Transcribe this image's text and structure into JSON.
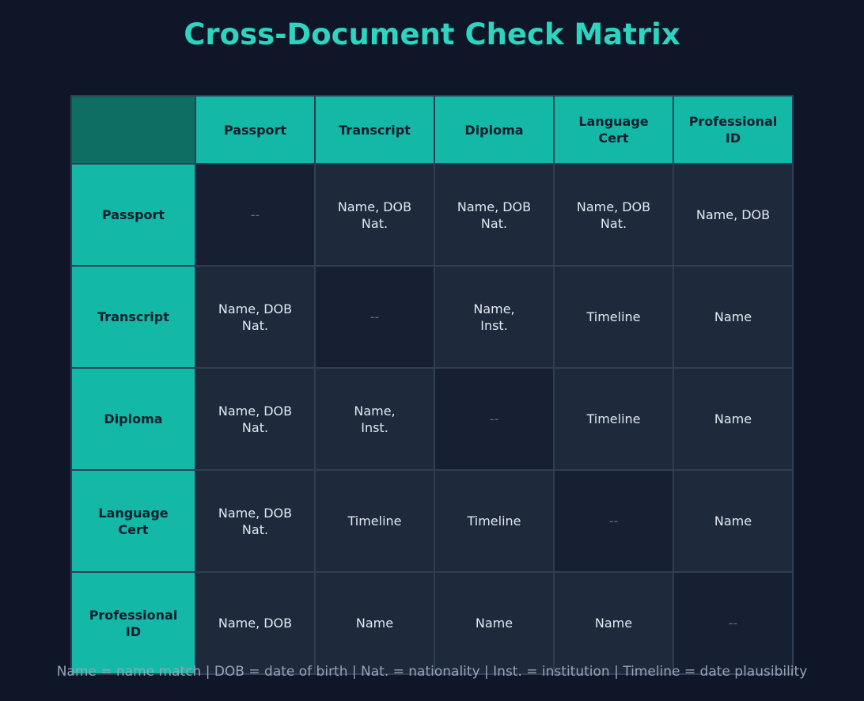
{
  "title": "Cross-Document Check Matrix",
  "columns": [
    "Passport",
    "Transcript",
    "Diploma",
    "Language\nCert",
    "Professional\nID"
  ],
  "rows": [
    {
      "label": "Passport",
      "cells": [
        "--",
        "Name, DOB\nNat.",
        "Name, DOB\nNat.",
        "Name, DOB\nNat.",
        "Name, DOB"
      ]
    },
    {
      "label": "Transcript",
      "cells": [
        "Name, DOB\nNat.",
        "--",
        "Name,\nInst.",
        "Timeline",
        "Name"
      ]
    },
    {
      "label": "Diploma",
      "cells": [
        "Name, DOB\nNat.",
        "Name,\nInst.",
        "--",
        "Timeline",
        "Name"
      ]
    },
    {
      "label": "Language\nCert",
      "cells": [
        "Name, DOB\nNat.",
        "Timeline",
        "Timeline",
        "--",
        "Name"
      ]
    },
    {
      "label": "Professional\nID",
      "cells": [
        "Name, DOB",
        "Name",
        "Name",
        "Name",
        "--"
      ]
    }
  ],
  "legend": "Name = name match  |  DOB = date of birth  |  Nat. = nationality  |  Inst. = institution  |  Timeline = date plausibility",
  "colors": {
    "background": "#0e1628",
    "title": "#2dd4bf",
    "header": "#14b8a6",
    "corner": "#0f6e63",
    "cell": "#1e293b",
    "diagonal": "#172033"
  }
}
